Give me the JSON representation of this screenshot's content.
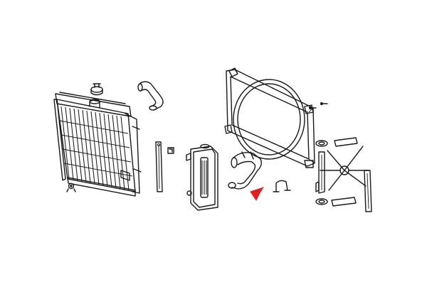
{
  "diagram": {
    "parts": [
      "radiator",
      "radiator-cap",
      "drain-plug",
      "upper-hose",
      "mounting-strap",
      "mounting-clip",
      "expansion-tank",
      "fan-shroud",
      "lower-hose",
      "hose-clamp",
      "fan-blade",
      "rubber-grommet",
      "mounting-bolts"
    ],
    "colors": {
      "line": "#1a1a1a",
      "highlight-arrow": "#e02020",
      "background": "#ffffff"
    },
    "highlighted_part": "lower-hose"
  }
}
